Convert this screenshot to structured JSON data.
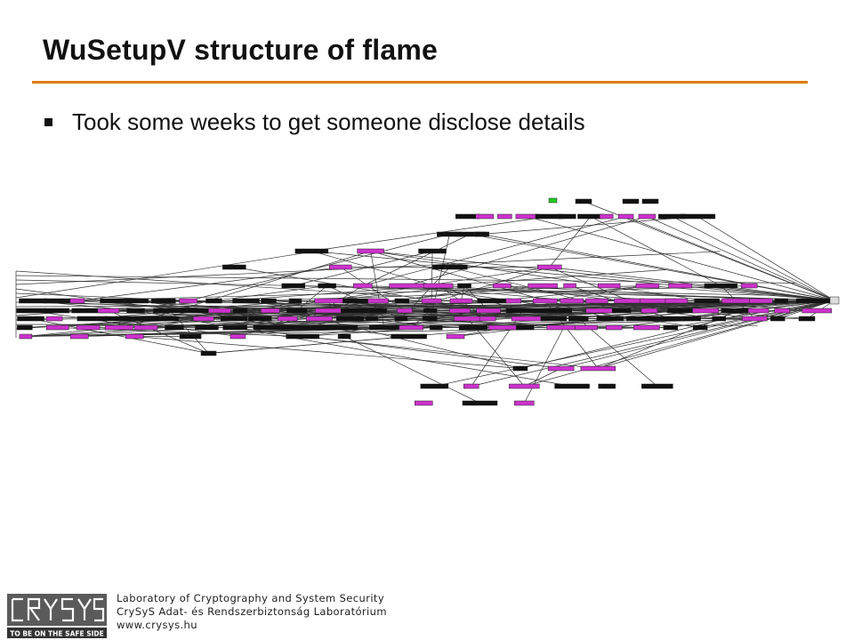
{
  "slide": {
    "title": "WuSetupV structure of flame",
    "bullets": [
      "Took some weeks to get someone disclose details"
    ]
  },
  "colors": {
    "accent_rule": "#e07b00",
    "graph_node_dark": "#111111",
    "graph_node_magenta": "#cc33cc",
    "graph_node_root": "#22cc22"
  },
  "figure": {
    "description_icon": "call-graph-figure"
  },
  "footer": {
    "logo_text": "CRYSYS",
    "logo_tagline": "TO BE ON THE SAFE SIDE",
    "line1": "Laboratory of Cryptography and System Security",
    "line2": "CrySyS Adat- és Rendszerbiztonság Laboratórium",
    "line3": "www.crysys.hu"
  }
}
